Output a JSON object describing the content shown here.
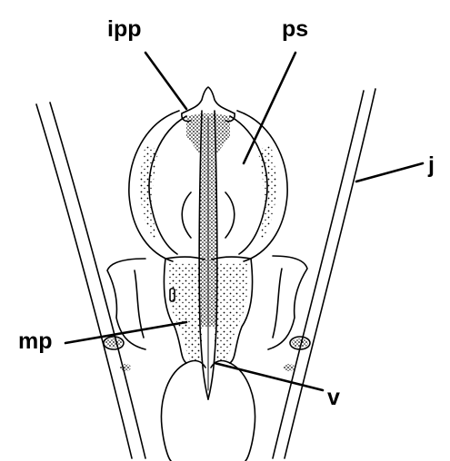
{
  "labels": {
    "ipp": "ipp",
    "ps": "ps",
    "j": "j",
    "mp": "mp",
    "v": "v"
  },
  "colors": {
    "ink": "#000000",
    "background": "#ffffff"
  }
}
